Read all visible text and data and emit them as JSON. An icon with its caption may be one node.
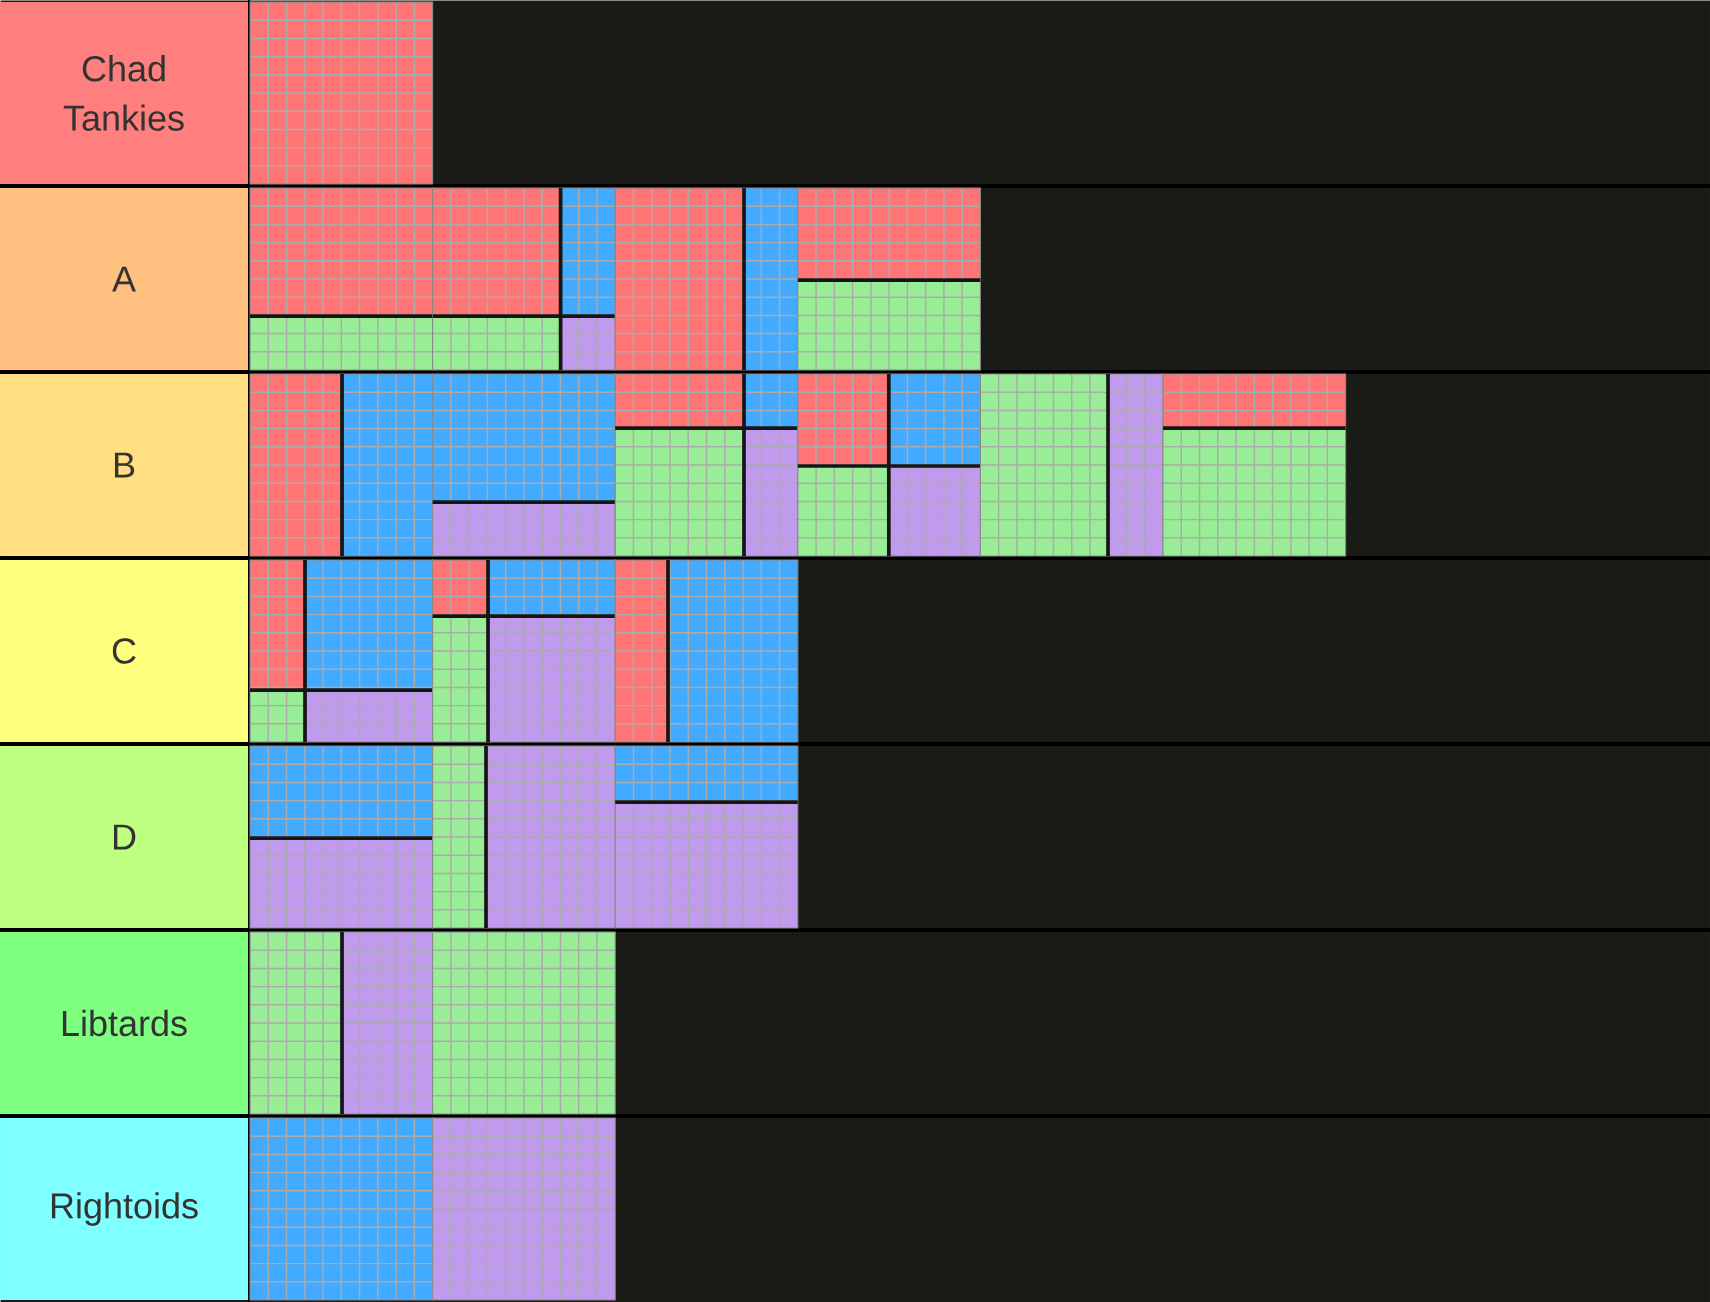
{
  "diagram": {
    "nodes": [
      {
        "text": [
          "Chad Tankies"
        ]
      },
      {
        "text": [],
        "shape": "box",
        "in": 0
      },
      {
        "text": [
          "A"
        ]
      },
      {
        "text": [],
        "shape": "picture",
        "in": 2
      },
      {
        "text": [],
        "shape": "picture",
        "in": 2
      },
      {
        "text": [],
        "shape": "picture",
        "in": 2
      },
      {
        "text": [],
        "shape": "picture",
        "in": 2
      },
      {
        "text": [
          "B"
        ]
      },
      {
        "text": [],
        "shape": "picture",
        "in": 7
      },
      {
        "text": [],
        "shape": "picture",
        "in": 7
      },
      {
        "text": [],
        "shape": "picture",
        "in": 7
      },
      {
        "text": [],
        "shape": "picture",
        "in": 7
      },
      {
        "text": [],
        "shape": "picture",
        "in": 7
      },
      {
        "text": [],
        "shape": "picture",
        "in": 7
      },
      {
        "text": [
          "C"
        ]
      },
      {
        "text": [],
        "shape": "picture",
        "in": 14
      },
      {
        "text": [],
        "shape": "picture",
        "in": 14
      },
      {
        "text": [],
        "shape": "picture",
        "in": 14
      },
      {
        "text": [
          "D"
        ]
      },
      {
        "text": [],
        "shape": "picture",
        "in": 18
      },
      {
        "text": [],
        "shape": "picture",
        "in": 18
      },
      {
        "text": [],
        "shape": "picture",
        "in": 18
      },
      {
        "text": [
          "Libtards"
        ]
      },
      {
        "text": [],
        "shape": "picture",
        "in": 22
      },
      {
        "text": [],
        "shape": "box",
        "in": 22
      },
      {
        "text": [
          "Rightoids"
        ]
      },
      {
        "text": [],
        "shape": "box",
        "in": 25
      },
      {
        "text": [],
        "shape": "box",
        "in": 25
      }
    ]
  }
}
